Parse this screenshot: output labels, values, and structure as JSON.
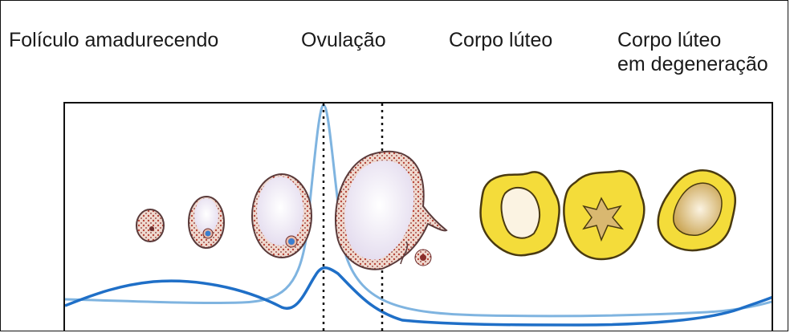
{
  "stages": {
    "maturing_follicle": "Folículo amadurecendo",
    "ovulation": "Ovulação",
    "corpus_luteum": "Corpo lúteo",
    "degenerating_corpus_luteum_line1": "Corpo lúteo",
    "degenerating_corpus_luteum_line2": "em degeneração"
  },
  "colors": {
    "curve_light": "#7fb4e0",
    "curve_dark": "#1f6fc7",
    "follicle_fill": "#ece6f2",
    "follicle_edge": "#5a3a3a",
    "granulosa_dots": "#c0392b",
    "oocyte": "#3a7fd0",
    "corpus_yellow": "#f4dc3a",
    "corpus_edge": "#4a3a10",
    "corpus_core": "#d9b870"
  }
}
